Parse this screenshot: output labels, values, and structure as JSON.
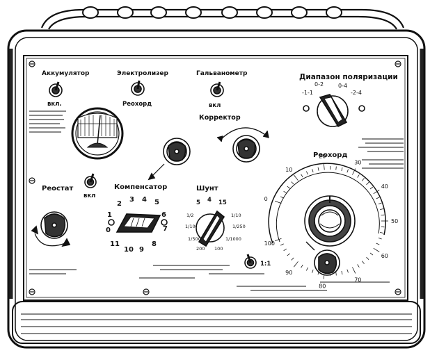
{
  "panel": {
    "accumulator": {
      "title": "Аккумулятор",
      "state": "вкл."
    },
    "electrolyzer": {
      "title": "Электролизер",
      "state": "Реохорд"
    },
    "galvanometer": {
      "title": "Гальванометр",
      "state": "вкл"
    },
    "polarization": {
      "title": "Диапазон поляризации",
      "ranges": [
        "0-2",
        "0-4",
        "-1-1",
        "-2-4"
      ]
    },
    "corrector": {
      "title": "Корректор"
    },
    "rheostat": {
      "title": "Реостат"
    },
    "switch_small": {
      "state": "вкл"
    },
    "compensator": {
      "title": "Компенсатор",
      "positions": [
        "2",
        "3",
        "4",
        "5",
        "1",
        "6",
        "0",
        "7",
        "11",
        "10",
        "9",
        "8"
      ]
    },
    "shunt": {
      "title": "Шунт",
      "top_marks": [
        "5",
        "4",
        "15"
      ],
      "side_marks": [
        "1/2",
        "1/10",
        "1/100",
        "1/250",
        "1/500",
        "1/1000",
        "200",
        "100"
      ],
      "toggle_label": "1:1"
    },
    "reochord": {
      "title": "Реохорд",
      "scale_ticks": [
        "0",
        "10",
        "20",
        "30",
        "40",
        "50",
        "60",
        "70",
        "80",
        "90",
        "100"
      ]
    }
  }
}
